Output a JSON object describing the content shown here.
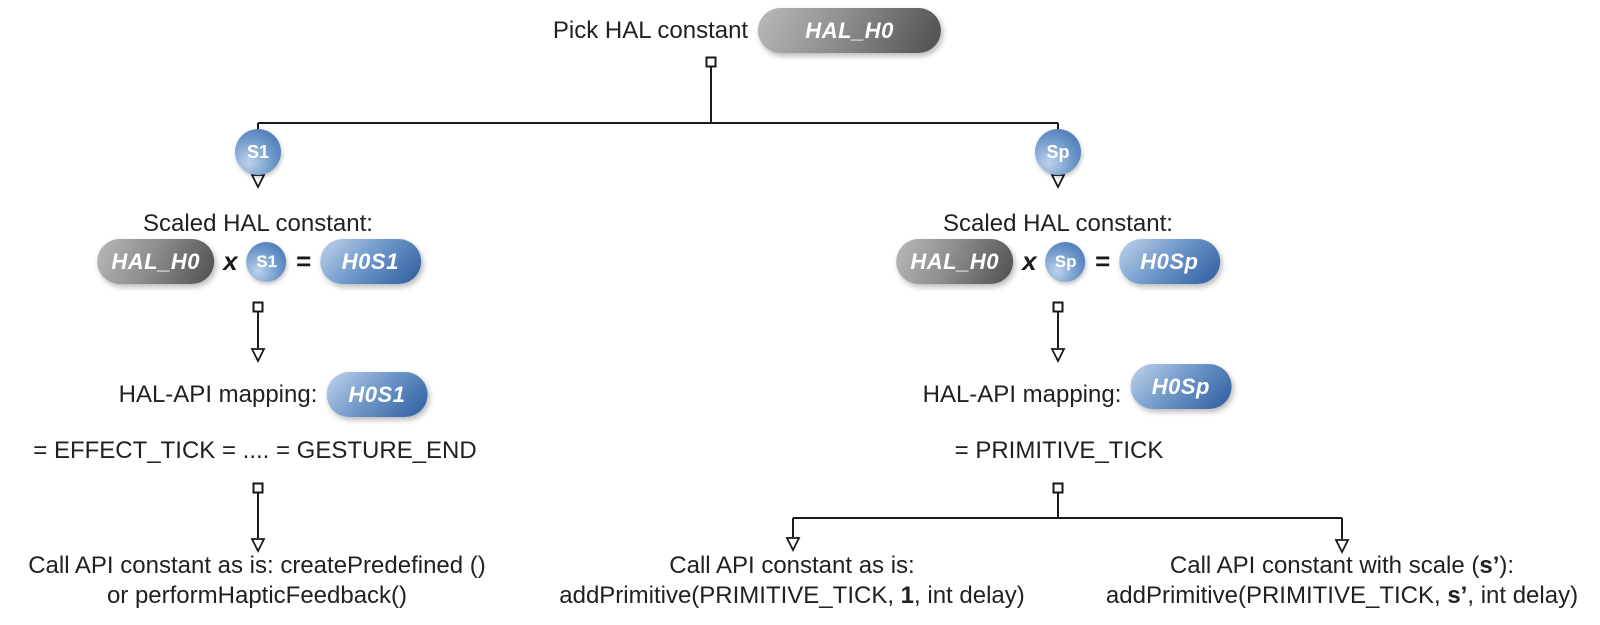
{
  "root": {
    "label": "Pick HAL constant",
    "pill": "HAL_H0"
  },
  "left": {
    "badge": "S1",
    "title": "Scaled HAL constant:",
    "formula": {
      "operand": "HAL_H0",
      "times": "x",
      "scale": "S1",
      "equals": "=",
      "result": "H0S1"
    },
    "mapping": {
      "label": "HAL-API mapping:",
      "pill": "H0S1",
      "equation": "= EFFECT_TICK = .... = GESTURE_END"
    },
    "leaf": {
      "line1": "Call API constant as is: createPredefined ()",
      "line2": "or performHapticFeedback()"
    }
  },
  "right": {
    "badge": "Sp",
    "title": "Scaled HAL constant:",
    "formula": {
      "operand": "HAL_H0",
      "times": "x",
      "scale": "Sp",
      "equals": "=",
      "result": "H0Sp"
    },
    "mapping": {
      "label": "HAL-API mapping:",
      "pill": "H0Sp",
      "equation": "= PRIMITIVE_TICK"
    },
    "leaf_as_is": {
      "line1": "Call API constant as is:",
      "line2_pre": "addPrimitive(PRIMITIVE_TICK, ",
      "line2_bold": "1",
      "line2_post": ", int delay)"
    },
    "leaf_scaled": {
      "line1_pre": "Call API constant with scale (",
      "line1_bold": "s’",
      "line1_post": "):",
      "line2_pre": "addPrimitive(PRIMITIVE_TICK, ",
      "line2_bold": "s’",
      "line2_post": ", int delay)"
    }
  },
  "colors": {
    "text": "#202124",
    "line": "#1a1a1a",
    "blue_light": "#c0d3ec",
    "blue_dark": "#2d5c9e",
    "gray_light": "#b9b9b9",
    "gray_dark": "#4f4f4f"
  }
}
